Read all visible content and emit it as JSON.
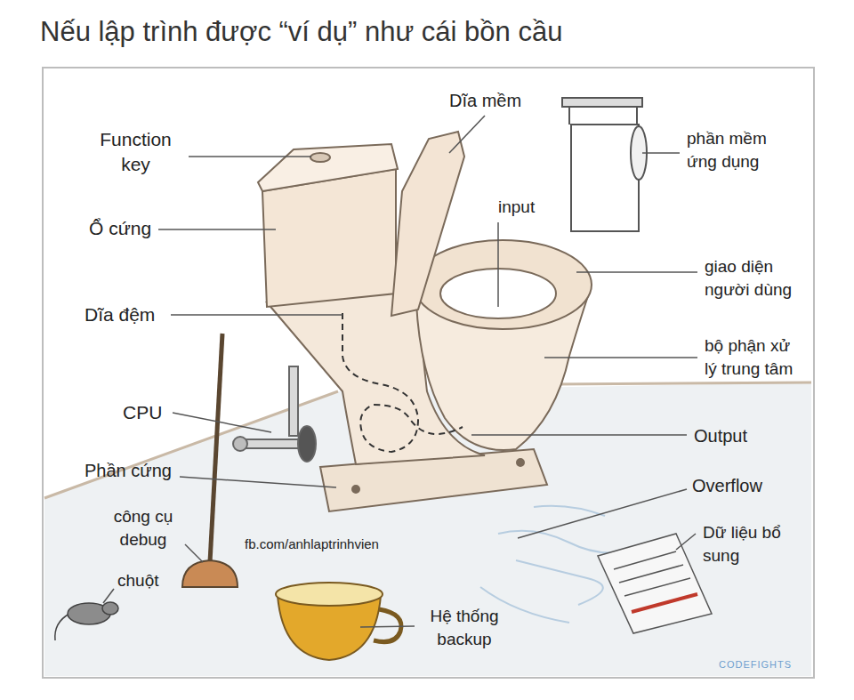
{
  "diagram": {
    "title": "Nếu lập trình được “ví dụ” như cái bồn cầu",
    "labels": [
      "Dĩa mềm",
      "Function key",
      "phần mềm ứng dụng",
      "Ổ cứng",
      "input",
      "giao diện người dùng",
      "Dĩa đệm",
      "bộ phận xử lý trung tâm",
      "CPU",
      "Output",
      "Phần cứng",
      "Overflow",
      "công cụ debug",
      "fb.com/anhlaptrinhvien",
      "Dữ liệu bổ sung",
      "chuột",
      "Hệ thống backup",
      "CODEFIGHTS"
    ]
  }
}
